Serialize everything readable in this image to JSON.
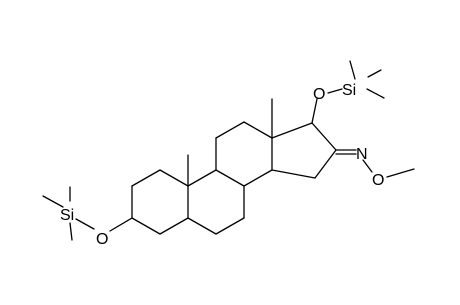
{
  "molecule": {
    "atom_labels": {
      "o_trimethylsilyl_17": "O",
      "si_17": "Si",
      "n_oxime": "N",
      "o_methoxy": "O",
      "si_3": "Si",
      "o_trimethylsilyl_3": "O"
    }
  }
}
